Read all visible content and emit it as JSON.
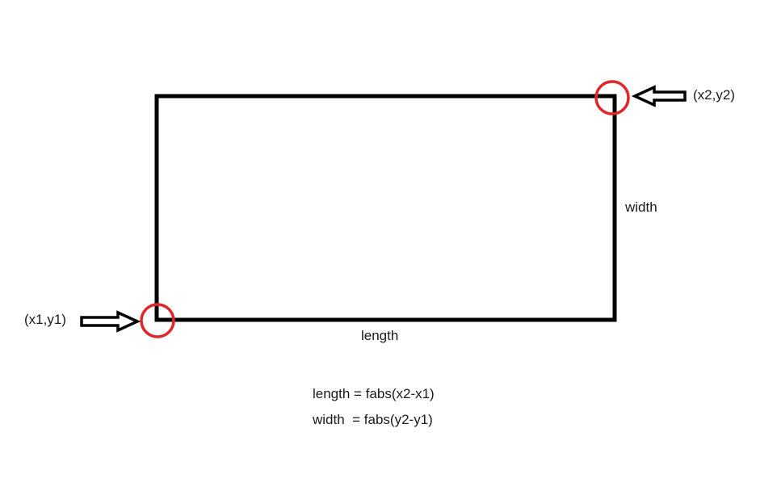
{
  "labels": {
    "point_top_right": "(x2,y2)",
    "point_bottom_left": "(x1,y1)",
    "width": "width",
    "length": "length"
  },
  "formulas": {
    "length": "length = fabs(x2-x1)",
    "width": "width  = fabs(y2-y1)"
  },
  "colors": {
    "outline": "#000000",
    "highlight": "#e0262b",
    "text": "#1a1a1a"
  }
}
